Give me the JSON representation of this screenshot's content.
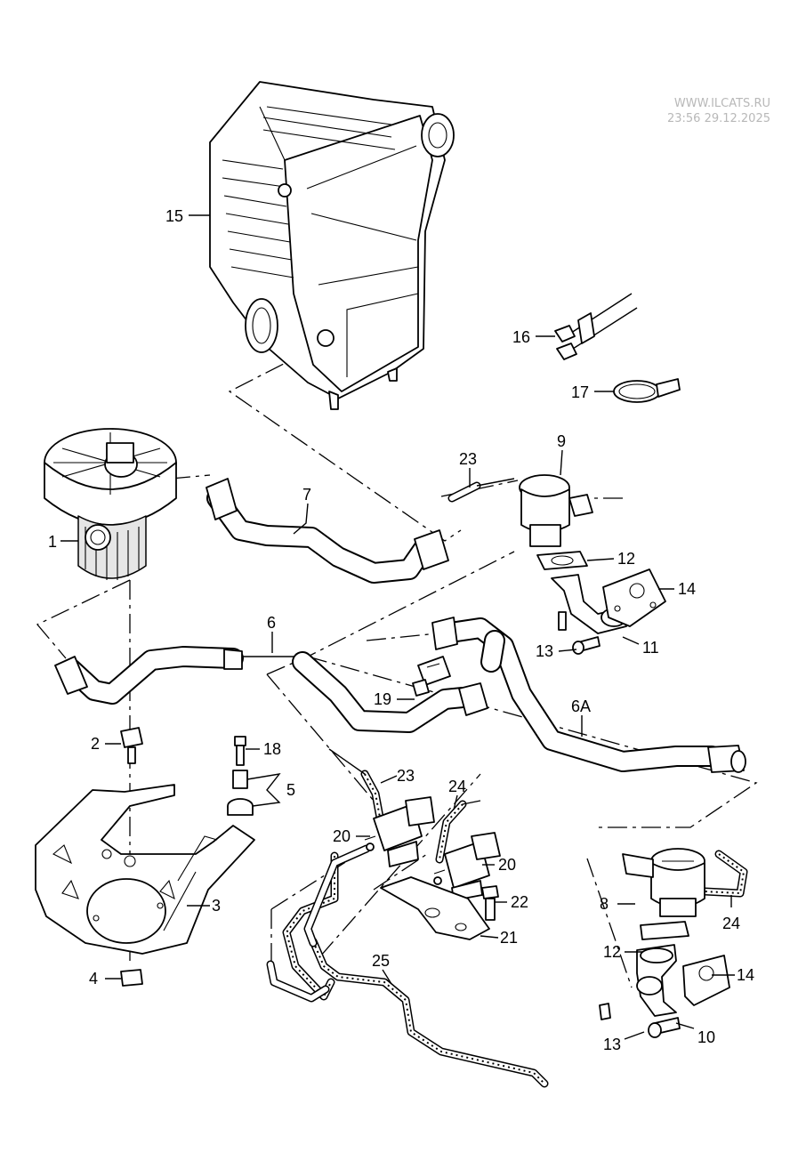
{
  "watermark": {
    "site": "WWW.ILCATS.RU",
    "timestamp": "23:56 29.12.2025"
  },
  "callouts": [
    {
      "id": "c-15a",
      "text": "15"
    },
    {
      "id": "c-16",
      "text": "16"
    },
    {
      "id": "c-17",
      "text": "17"
    },
    {
      "id": "c-1",
      "text": "1"
    },
    {
      "id": "c-7",
      "text": "7"
    },
    {
      "id": "c-23a",
      "text": "23"
    },
    {
      "id": "c-9",
      "text": "9"
    },
    {
      "id": "c-12a",
      "text": "12"
    },
    {
      "id": "c-14a",
      "text": "14"
    },
    {
      "id": "c-6",
      "text": "6"
    },
    {
      "id": "c-13a",
      "text": "13"
    },
    {
      "id": "c-11",
      "text": "11"
    },
    {
      "id": "c-19",
      "text": "19"
    },
    {
      "id": "c-6A",
      "text": "6A"
    },
    {
      "id": "c-2",
      "text": "2"
    },
    {
      "id": "c-18",
      "text": "18"
    },
    {
      "id": "c-5",
      "text": "5"
    },
    {
      "id": "c-23b",
      "text": "23"
    },
    {
      "id": "c-24a",
      "text": "24"
    },
    {
      "id": "c-20a",
      "text": "20"
    },
    {
      "id": "c-20b",
      "text": "20"
    },
    {
      "id": "c-3",
      "text": "3"
    },
    {
      "id": "c-22",
      "text": "22"
    },
    {
      "id": "c-8",
      "text": "8"
    },
    {
      "id": "c-24b",
      "text": "24"
    },
    {
      "id": "c-21",
      "text": "21"
    },
    {
      "id": "c-12b",
      "text": "12"
    },
    {
      "id": "c-25",
      "text": "25"
    },
    {
      "id": "c-4",
      "text": "4"
    },
    {
      "id": "c-14b",
      "text": "14"
    },
    {
      "id": "c-13b",
      "text": "13"
    },
    {
      "id": "c-10",
      "text": "10"
    }
  ]
}
